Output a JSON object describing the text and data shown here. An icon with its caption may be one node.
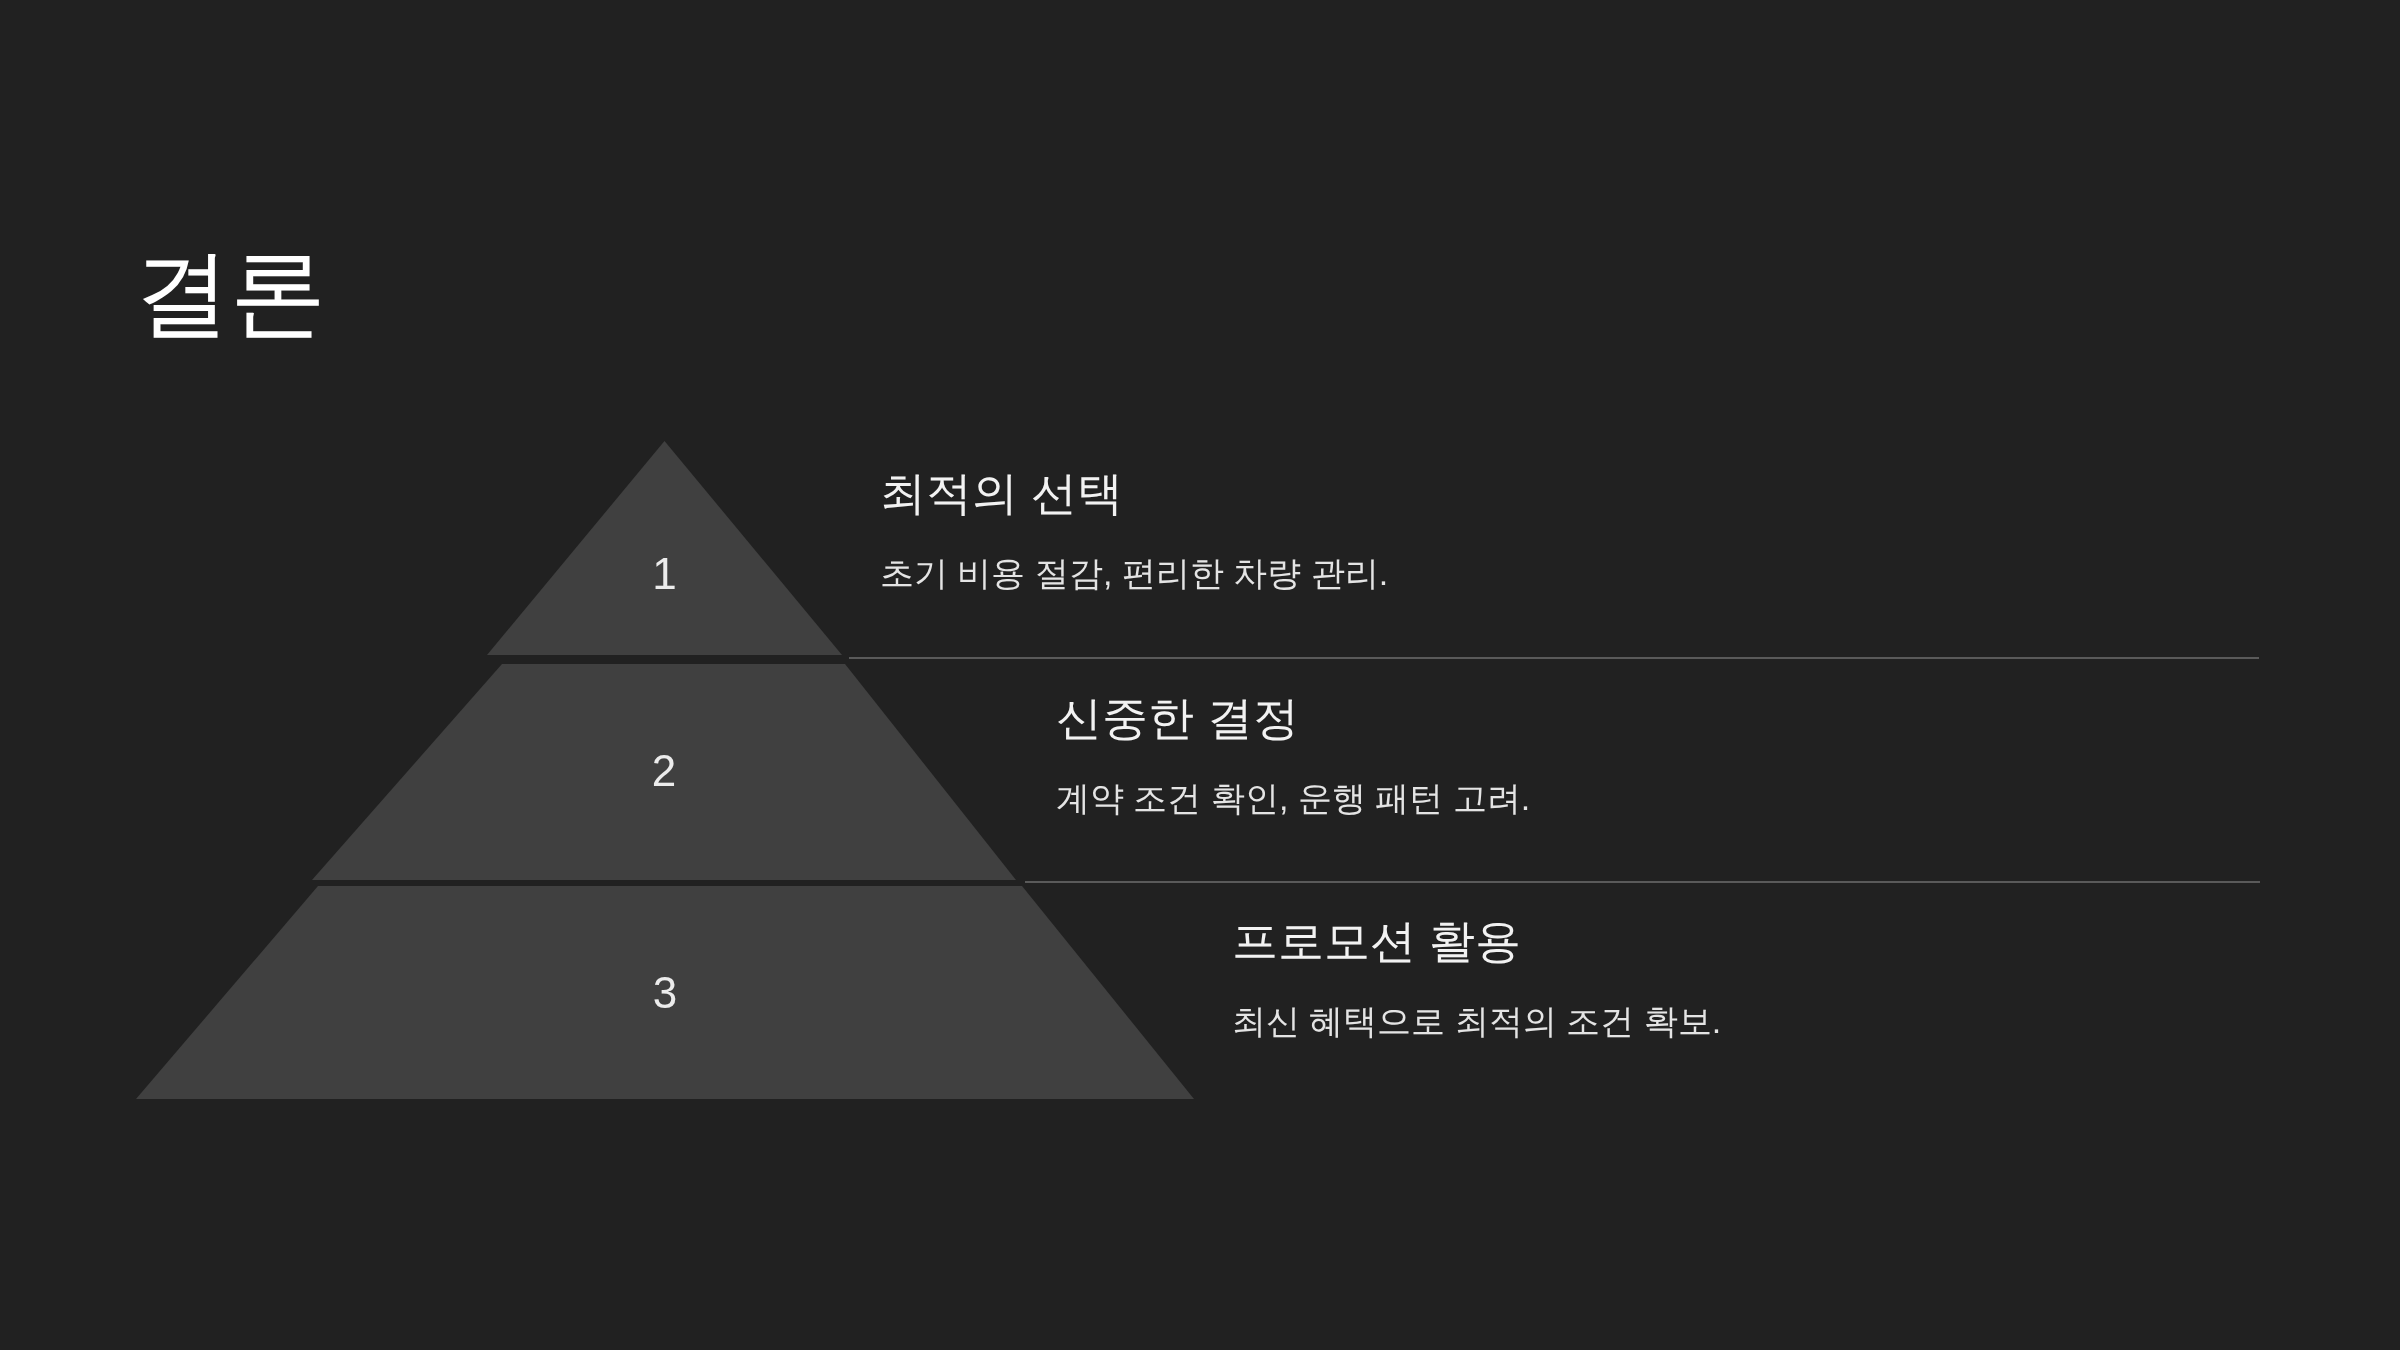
{
  "diagram": {
    "title": "결론",
    "nodes": [
      {
        "text": [
          "1"
        ],
        "beside": [
          "최적의 선택",
          "초기 비용 절감, 편리한 차량 관리."
        ]
      },
      {
        "text": [
          "2"
        ],
        "beside": [
          "신중한 결정",
          "계약 조건 확인, 운행 패턴 고려."
        ]
      },
      {
        "text": [
          "3"
        ],
        "beside": [
          "프로모션 활용",
          "최신 혜택으로 최적의 조건 확보."
        ]
      }
    ]
  }
}
